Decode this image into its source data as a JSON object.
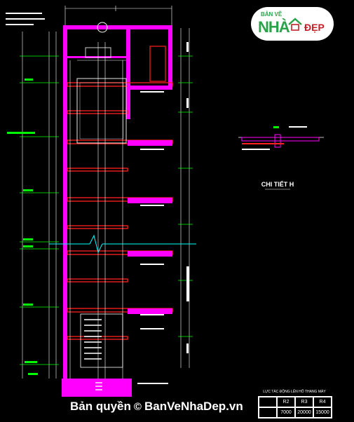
{
  "logo": {
    "top": "BẢN VẼ",
    "main": "NHÀ",
    "accent": "ĐẸP",
    "green": "#2aa24a",
    "red": "#c52027"
  },
  "watermark": {
    "copyright_symbol": "©",
    "prefix": "Bản quyền",
    "site": "BanVeNhaDep.vn"
  },
  "detail": {
    "title": "CHI TIẾT H"
  },
  "table": {
    "caption": "LỰC TÁC ĐỘNG LÊN HỐ THANG MÁY",
    "headers": [
      "",
      "R2",
      "R3",
      "R4"
    ],
    "row": [
      "",
      "7000",
      "20000",
      "15000"
    ]
  },
  "colors": {
    "magenta": "#ff00ff",
    "red": "#ff2020",
    "cyan": "#00ffff",
    "green": "#00ff00",
    "white": "#ffffff",
    "yellow": "#ffff00"
  }
}
